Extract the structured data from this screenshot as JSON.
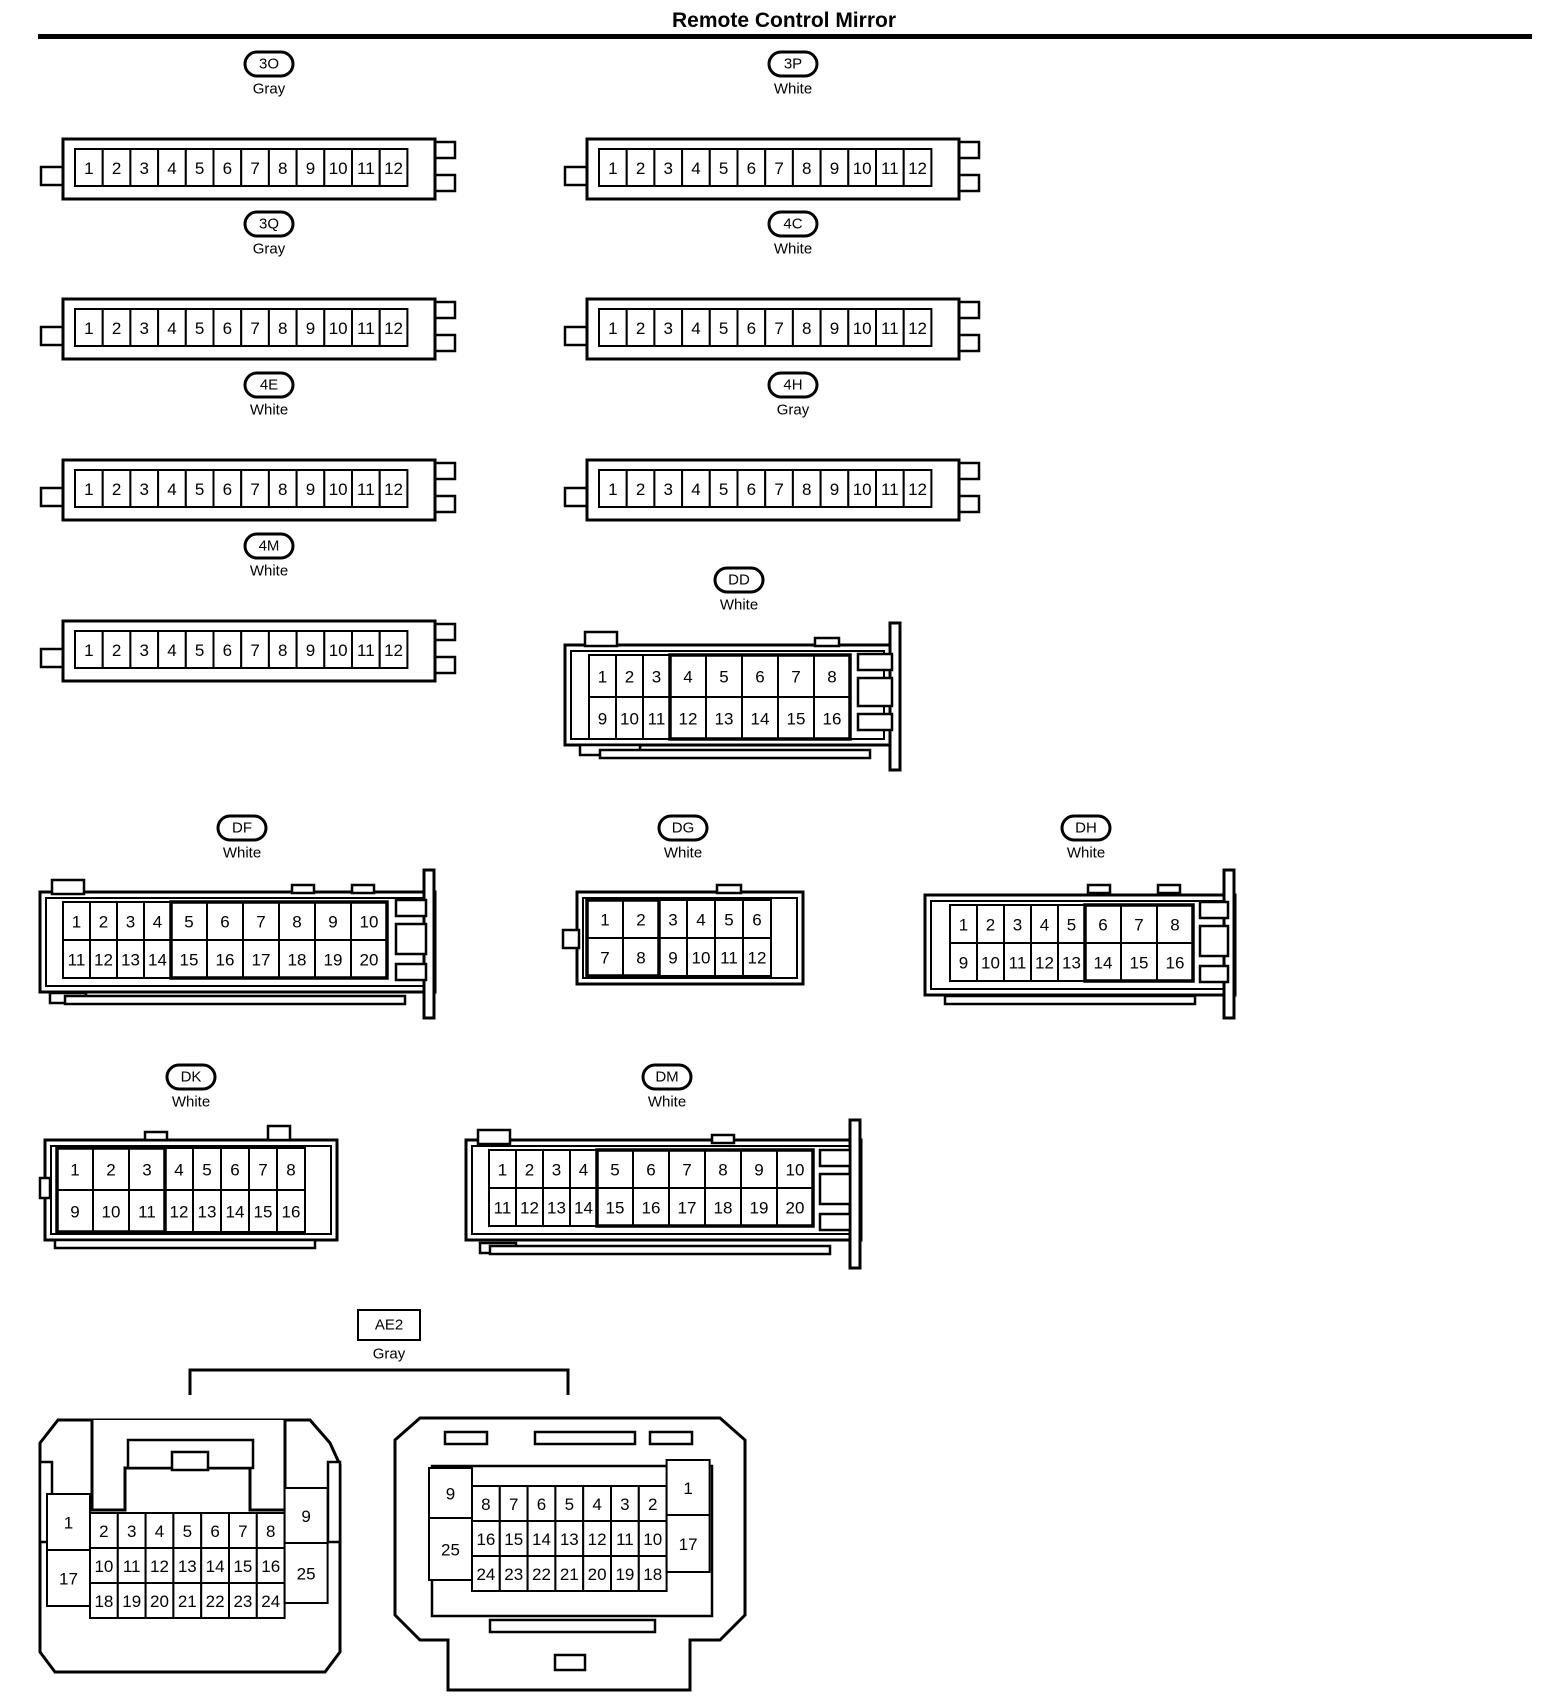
{
  "title": "Remote Control Mirror",
  "connectors": [
    {
      "id": "3O",
      "color": "Gray",
      "pins": [
        "1",
        "2",
        "3",
        "4",
        "5",
        "6",
        "7",
        "8",
        "9",
        "10",
        "11",
        "12"
      ]
    },
    {
      "id": "3P",
      "color": "White",
      "pins": [
        "1",
        "2",
        "3",
        "4",
        "5",
        "6",
        "7",
        "8",
        "9",
        "10",
        "11",
        "12"
      ]
    },
    {
      "id": "3Q",
      "color": "Gray",
      "pins": [
        "1",
        "2",
        "3",
        "4",
        "5",
        "6",
        "7",
        "8",
        "9",
        "10",
        "11",
        "12"
      ]
    },
    {
      "id": "4C",
      "color": "White",
      "pins": [
        "1",
        "2",
        "3",
        "4",
        "5",
        "6",
        "7",
        "8",
        "9",
        "10",
        "11",
        "12"
      ]
    },
    {
      "id": "4E",
      "color": "White",
      "pins": [
        "1",
        "2",
        "3",
        "4",
        "5",
        "6",
        "7",
        "8",
        "9",
        "10",
        "11",
        "12"
      ]
    },
    {
      "id": "4H",
      "color": "Gray",
      "pins": [
        "1",
        "2",
        "3",
        "4",
        "5",
        "6",
        "7",
        "8",
        "9",
        "10",
        "11",
        "12"
      ]
    },
    {
      "id": "4M",
      "color": "White",
      "pins": [
        "1",
        "2",
        "3",
        "4",
        "5",
        "6",
        "7",
        "8",
        "9",
        "10",
        "11",
        "12"
      ]
    },
    {
      "id": "DD",
      "color": "White",
      "rows": [
        [
          "1",
          "2",
          "3",
          "4",
          "5",
          "6",
          "7",
          "8"
        ],
        [
          "9",
          "10",
          "11",
          "12",
          "13",
          "14",
          "15",
          "16"
        ]
      ]
    },
    {
      "id": "DF",
      "color": "White",
      "rows": [
        [
          "1",
          "2",
          "3",
          "4",
          "5",
          "6",
          "7",
          "8",
          "9",
          "10"
        ],
        [
          "11",
          "12",
          "13",
          "14",
          "15",
          "16",
          "17",
          "18",
          "19",
          "20"
        ]
      ]
    },
    {
      "id": "DG",
      "color": "White",
      "rows": [
        [
          "1",
          "2",
          "3",
          "4",
          "5",
          "6"
        ],
        [
          "7",
          "8",
          "9",
          "10",
          "11",
          "12"
        ]
      ]
    },
    {
      "id": "DH",
      "color": "White",
      "rows": [
        [
          "1",
          "2",
          "3",
          "4",
          "5",
          "6",
          "7",
          "8"
        ],
        [
          "9",
          "10",
          "11",
          "12",
          "13",
          "14",
          "15",
          "16"
        ]
      ]
    },
    {
      "id": "DK",
      "color": "White",
      "rows": [
        [
          "1",
          "2",
          "3",
          "4",
          "5",
          "6",
          "7",
          "8"
        ],
        [
          "9",
          "10",
          "11",
          "12",
          "13",
          "14",
          "15",
          "16"
        ]
      ]
    },
    {
      "id": "DM",
      "color": "White",
      "rows": [
        [
          "1",
          "2",
          "3",
          "4",
          "5",
          "6",
          "7",
          "8",
          "9",
          "10"
        ],
        [
          "11",
          "12",
          "13",
          "14",
          "15",
          "16",
          "17",
          "18",
          "19",
          "20"
        ]
      ]
    }
  ],
  "ae2": {
    "id": "AE2",
    "color": "Gray",
    "left": {
      "outer_left": [
        "1",
        "17"
      ],
      "top": [
        "2",
        "3",
        "4",
        "5",
        "6",
        "7",
        "8"
      ],
      "mid": [
        "10",
        "11",
        "12",
        "13",
        "14",
        "15",
        "16"
      ],
      "bottom": [
        "18",
        "19",
        "20",
        "21",
        "22",
        "23",
        "24"
      ],
      "outer_right": [
        "9",
        "25"
      ]
    },
    "right": {
      "outer_left": [
        "9",
        "25"
      ],
      "top": [
        "8",
        "7",
        "6",
        "5",
        "4",
        "3",
        "2"
      ],
      "mid": [
        "16",
        "15",
        "14",
        "13",
        "12",
        "11",
        "10"
      ],
      "bottom": [
        "24",
        "23",
        "22",
        "21",
        "20",
        "19",
        "18"
      ],
      "outer_right": [
        "1",
        "17"
      ]
    }
  }
}
